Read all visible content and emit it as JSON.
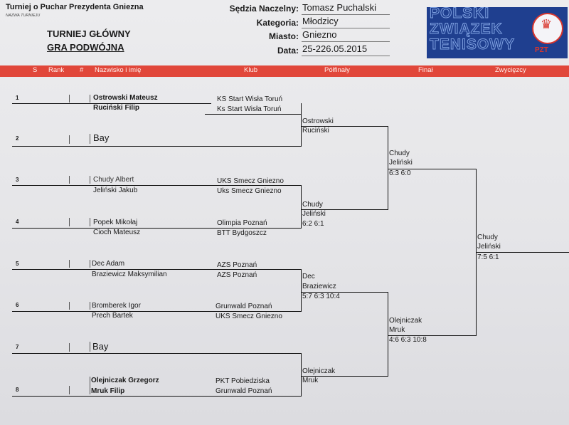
{
  "header": {
    "tournament": "Turniej o Puchar Prezydenta Gniezna",
    "tournament_caption": "NAZWA TURNIEJU",
    "draw_title": "TURNIEJ GŁÓWNY",
    "draw_subtitle": "GRA PODWÓJNA",
    "referee_label": "Sędzia Naczelny:",
    "referee": "Tomasz Puchalski",
    "category_label": "Kategoria:",
    "category": "Młodzicy",
    "city_label": "Miasto:",
    "city": "Gniezno",
    "date_label": "Data:",
    "date": "25-226.05.2015"
  },
  "logo": {
    "line1": "POLSKI",
    "line2": "ZWIĄZEK",
    "line3": "TENISOWY",
    "mark": "PZT",
    "colors": {
      "bg": "#1f3f8f",
      "accent": "#d9352d"
    }
  },
  "columns": {
    "s": "S",
    "rank": "Rank",
    "num": "#",
    "name": "Nazwisko i imię",
    "club": "Klub",
    "semifinal": "Półfinały",
    "final": "Finał",
    "winner": "Zwycięzcy"
  },
  "entries": [
    {
      "no": "1",
      "p1": "Ostrowski Mateusz",
      "p2": "Ruciński Filip",
      "c1": "KS Start Wisła Toruń",
      "c2": "Ks Start Wisła Toruń"
    },
    {
      "no": "2",
      "bay": "Bay"
    },
    {
      "no": "3",
      "p1": "Chudy Albert",
      "p2": "Jeliński Jakub",
      "c1": "UKS Smecz Gniezno",
      "c2": "Uks Smecz Gniezno"
    },
    {
      "no": "4",
      "p1": "Popek Mikołaj",
      "p2": "Cioch Mateusz",
      "c1": "Olimpia Poznań",
      "c2": "BTT Bydgoszcz"
    },
    {
      "no": "5",
      "p1": "Dec Adam",
      "p2": "Braziewicz Maksymilian",
      "c1": "AZS Poznań",
      "c2": "AZS Poznań"
    },
    {
      "no": "6",
      "p1": "Bromberek Igor",
      "p2": "Prech Bartek",
      "c1": "Grunwald Poznań",
      "c2": "UKS Smecz Gniezno"
    },
    {
      "no": "7",
      "bay": "Bay"
    },
    {
      "no": "8",
      "p1": "Olejniczak Grzegorz",
      "p2": "Mruk Filip",
      "c1": "PKT Pobiedziska",
      "c2": "Grunwald Poznań"
    }
  ],
  "round2": [
    {
      "a": "Ostrowski",
      "b": "Ruciński",
      "score": ""
    },
    {
      "a": "Chudy",
      "b": "Jeliński",
      "score": "6:2 6:1"
    },
    {
      "a": "Dec",
      "b": "Braziewicz",
      "score": "5:7 6:3 10:4"
    },
    {
      "a": "Olejniczak",
      "b": "Mruk",
      "score": ""
    }
  ],
  "round3": [
    {
      "a": "Chudy",
      "b": "Jeliński",
      "score": "6:3 6:0"
    },
    {
      "a": "Olejniczak",
      "b": "Mruk",
      "score": "4:6 6:3 10:8"
    }
  ],
  "champion": {
    "a": "Chudy",
    "b": "Jeliński",
    "score": "7:5 6:1"
  }
}
